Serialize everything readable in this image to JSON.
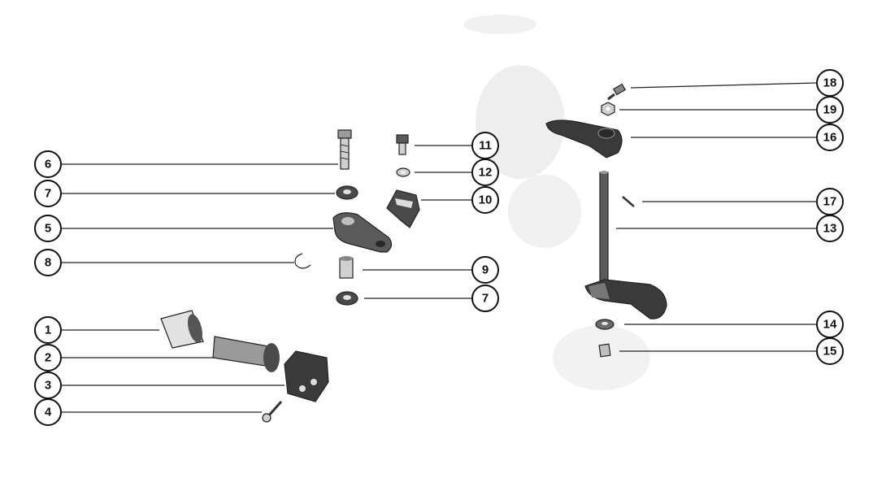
{
  "callouts": [
    {
      "id": "c6",
      "label": "6"
    },
    {
      "id": "c7a",
      "label": "7"
    },
    {
      "id": "c5",
      "label": "5"
    },
    {
      "id": "c8",
      "label": "8"
    },
    {
      "id": "c1",
      "label": "1"
    },
    {
      "id": "c2",
      "label": "2"
    },
    {
      "id": "c3",
      "label": "3"
    },
    {
      "id": "c4",
      "label": "4"
    },
    {
      "id": "c11",
      "label": "11"
    },
    {
      "id": "c12",
      "label": "12"
    },
    {
      "id": "c10",
      "label": "10"
    },
    {
      "id": "c9",
      "label": "9"
    },
    {
      "id": "c7b",
      "label": "7"
    },
    {
      "id": "c18",
      "label": "18"
    },
    {
      "id": "c19",
      "label": "19"
    },
    {
      "id": "c16",
      "label": "16"
    },
    {
      "id": "c17",
      "label": "17"
    },
    {
      "id": "c13",
      "label": "13"
    },
    {
      "id": "c14",
      "label": "14"
    },
    {
      "id": "c15",
      "label": "15"
    }
  ],
  "colors": {
    "ink": "#111111",
    "part_dark": "#2a2a2a",
    "part_mid": "#7a7a7a",
    "part_light": "#d9d9d9",
    "shadow_speckle": "#cfcfcf"
  }
}
